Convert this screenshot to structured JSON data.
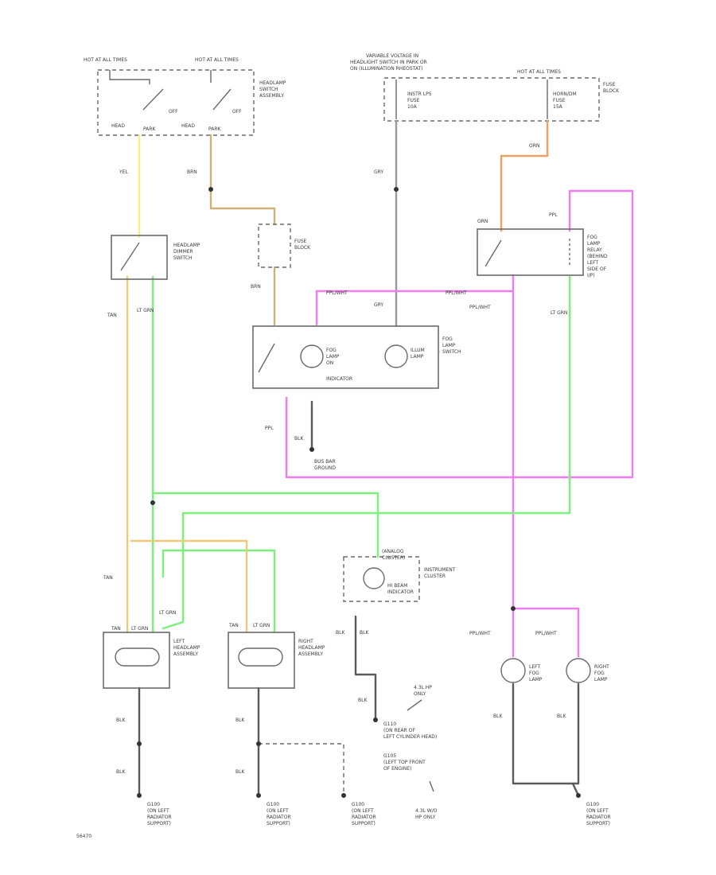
{
  "colors": {
    "yel": "#f4f08a",
    "tan": "#efc97a",
    "lt_grn": "#7cf07c",
    "ppl_wht": "#f07cf0",
    "orn": "#f0a060",
    "gry": "#9a9a9a",
    "blk": "#5a5a5a",
    "ground_shade": "#999999"
  },
  "top": {
    "hot_left": "HOT AT ALL TIMES",
    "hot_right": "HOT AT ALL TIMES",
    "headlamp_switch": [
      "HEADLAMP",
      "SWITCH",
      "ASSEMBLY"
    ],
    "variable_voltage": [
      "VARIABLE VOLTAGE IN",
      "HEADLIGHT SWITCH IN PARK OR",
      "ON (ILLUMINATION RHEOSTAT)"
    ],
    "hot_all_times_right": "HOT AT ALL TIMES",
    "fuse_block": [
      "FUSE",
      "BLOCK"
    ],
    "instr_fuse": [
      "INSTR LPS",
      "FUSE",
      "10A"
    ],
    "horn_fuse": [
      "HORN/DM",
      "FUSE",
      "15A"
    ],
    "off_a": "OFF",
    "off_b": "OFF",
    "head_a": "HEAD",
    "head_b": "HEAD",
    "park_a": "PARK",
    "park_b": "PARK"
  },
  "wires": {
    "yel": "YEL",
    "brn": "BRN",
    "gry": "GRY",
    "orn": "ORN",
    "ppl": "PPL",
    "tan": "TAN",
    "lt_grn": "LT GRN",
    "ppl_wht": "PPL/WHT",
    "blk": "BLK",
    "brn2": "BRN",
    "gry2": "GRY",
    "ppl2": "PPL",
    "tan2": "TAN",
    "lt_grn2": "LT GRN",
    "tan3": "TAN",
    "lt_grn3": "LT GRN",
    "lt_grn4": "LT GRN",
    "lt_grn5": "LT GRN",
    "tan4": "TAN",
    "blk2": "BLK",
    "blk3": "BLK",
    "blk4": "BLK",
    "blk5": "BLK",
    "blk6": "BLK",
    "blk7": "BLK",
    "blk8": "BLK",
    "blk9": "BLK",
    "ppl_wht2": "PPL/WHT",
    "ppl_wht3": "PPL/WHT",
    "ppl_wht4": "PPL/WHT"
  },
  "components": {
    "dimmer": [
      "HEADLAMP",
      "DIMMER",
      "SWITCH"
    ],
    "fuse_block_mid": [
      "FUSE",
      "BLOCK"
    ],
    "fog_relay": [
      "FOG",
      "LAMP",
      "RELAY",
      "(BEHIND",
      "LEFT",
      "SIDE OF",
      "I/P)"
    ],
    "fog_switch": [
      "FOG",
      "LAMP",
      "SWITCH"
    ],
    "fog_indicator": [
      "FOG",
      "LAMP",
      "ON",
      "INDICATOR"
    ],
    "illum_lamp": [
      "ILLUM",
      "LAMP"
    ],
    "bus_bar": [
      "BUS BAR",
      "GROUND"
    ],
    "instrument_cluster": [
      "INSTRUMENT",
      "CLUSTER"
    ],
    "analog_cluster": [
      "(ANALOG",
      "CLUSTER)"
    ],
    "hi_beam": [
      "HI BEAM",
      "INDICATOR"
    ],
    "left_headlamp": [
      "LEFT",
      "HEADLAMP",
      "ASSEMBLY"
    ],
    "right_headlamp": [
      "RIGHT",
      "HEADLAMP",
      "ASSEMBLY"
    ],
    "left_fog": [
      "LEFT",
      "FOG",
      "LAMP"
    ],
    "right_fog": [
      "RIGHT",
      "FOG",
      "LAMP"
    ]
  },
  "grounds": {
    "g100a": [
      "G100",
      "(ON LEFT",
      "RADIATOR",
      "SUPPORT)"
    ],
    "g100b": [
      "G100",
      "(ON LEFT",
      "RADIATOR",
      "SUPPORT)"
    ],
    "g100c": [
      "G100",
      "(ON LEFT",
      "RADIATOR",
      "SUPPORT)"
    ],
    "g100d": [
      "G100",
      "(ON LEFT",
      "RADIATOR",
      "SUPPORT)"
    ],
    "g110": [
      "G110",
      "(ON REAR OF",
      "LEFT CYLINDER HEAD)",
      "G105",
      "(LEFT TOP FRONT",
      "OF ENGINE)"
    ],
    "note_43": [
      "4.3L HP",
      "ONLY"
    ],
    "note_43b": [
      "4.3L W/O",
      "HP ONLY"
    ]
  },
  "figure_id": "56470"
}
